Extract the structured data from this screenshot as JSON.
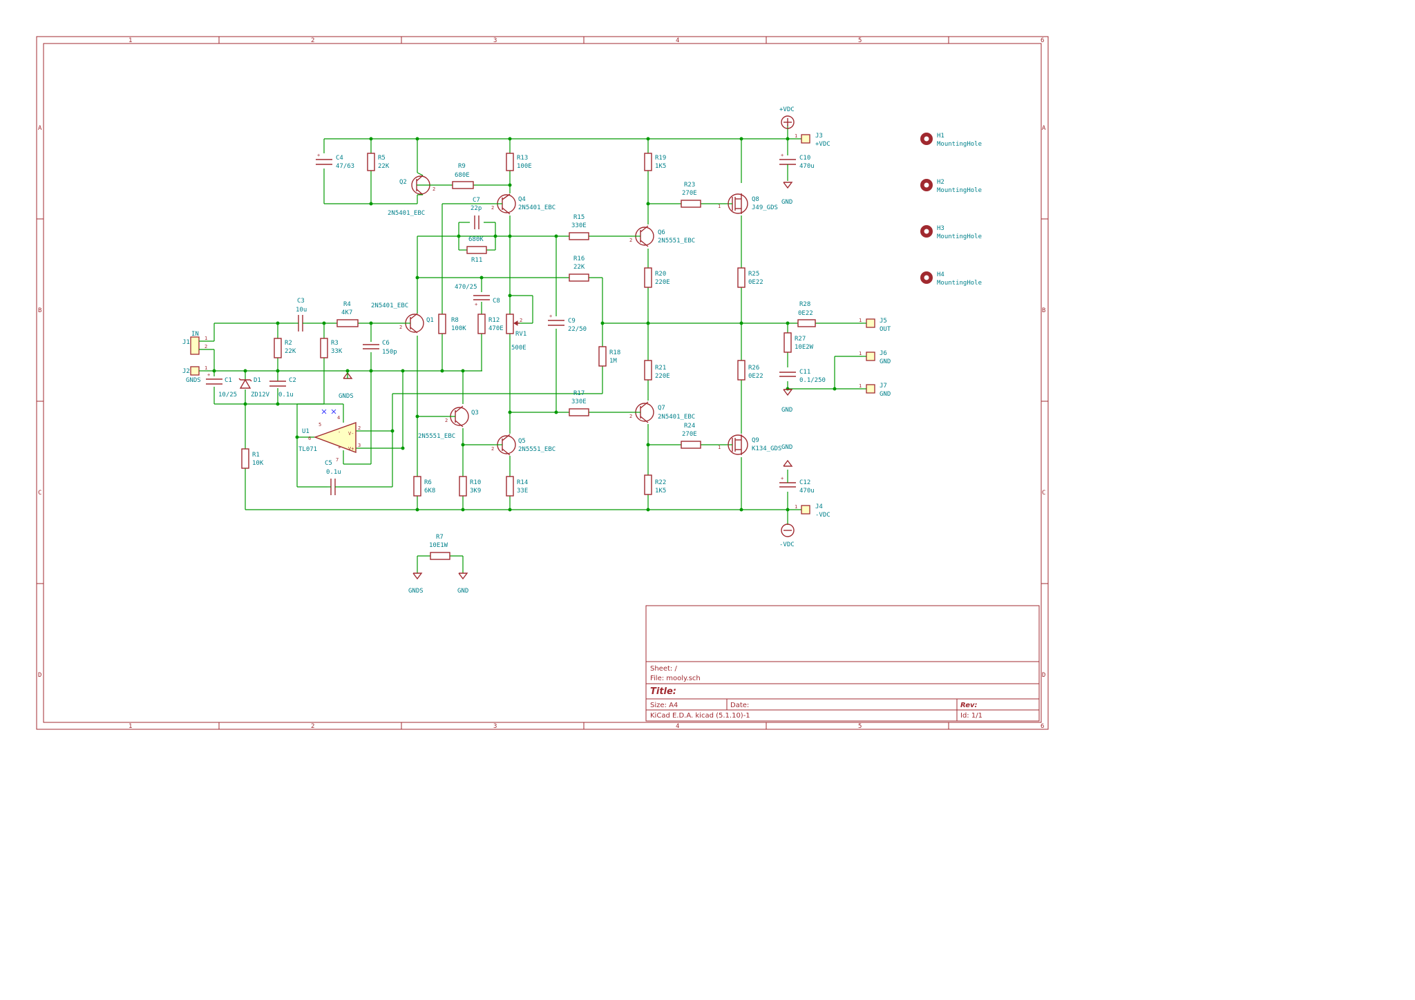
{
  "title_block": {
    "sheet": "Sheet: /",
    "file": "File: mooly.sch",
    "title": "Title:",
    "size": "Size: A4",
    "date": "Date:",
    "rev": "Rev:",
    "tool": "KiCad E.D.A.  kicad (5.1.10)-1",
    "id": "Id: 1/1"
  },
  "grid": {
    "columns": [
      "1",
      "2",
      "3",
      "4",
      "5",
      "6"
    ],
    "rows": [
      "A",
      "B",
      "C",
      "D"
    ]
  },
  "components": {
    "R1": {
      "ref": "R1",
      "val": "10K"
    },
    "R2": {
      "ref": "R2",
      "val": "22K"
    },
    "R3": {
      "ref": "R3",
      "val": "33K"
    },
    "R4": {
      "ref": "R4",
      "val": "4K7"
    },
    "R5": {
      "ref": "R5",
      "val": "22K"
    },
    "R6": {
      "ref": "R6",
      "val": "6K8"
    },
    "R7": {
      "ref": "R7",
      "val": "10E1W"
    },
    "R8": {
      "ref": "R8",
      "val": "100K"
    },
    "R9": {
      "ref": "R9",
      "val": "680E"
    },
    "R10": {
      "ref": "R10",
      "val": "3K9"
    },
    "R11": {
      "ref": "R11",
      "val": "680K"
    },
    "R12": {
      "ref": "R12",
      "val": "470E"
    },
    "R13": {
      "ref": "R13",
      "val": "100E"
    },
    "R14": {
      "ref": "R14",
      "val": "33E"
    },
    "R15": {
      "ref": "R15",
      "val": "330E"
    },
    "R16": {
      "ref": "R16",
      "val": "22K"
    },
    "R17": {
      "ref": "R17",
      "val": "330E"
    },
    "R18": {
      "ref": "R18",
      "val": "1M"
    },
    "R19": {
      "ref": "R19",
      "val": "1K5"
    },
    "R20": {
      "ref": "R20",
      "val": "220E"
    },
    "R21": {
      "ref": "R21",
      "val": "220E"
    },
    "R22": {
      "ref": "R22",
      "val": "1K5"
    },
    "R23": {
      "ref": "R23",
      "val": "270E"
    },
    "R24": {
      "ref": "R24",
      "val": "270E"
    },
    "R25": {
      "ref": "R25",
      "val": "0E22"
    },
    "R26": {
      "ref": "R26",
      "val": "0E22"
    },
    "R27": {
      "ref": "R27",
      "val": "10E2W"
    },
    "R28": {
      "ref": "R28",
      "val": "0E22"
    },
    "RV1": {
      "ref": "RV1",
      "val": "500E"
    },
    "C1": {
      "ref": "C1",
      "val": "10/25"
    },
    "C2": {
      "ref": "C2",
      "val": "0.1u"
    },
    "C3": {
      "ref": "C3",
      "val": "10u"
    },
    "C4": {
      "ref": "C4",
      "val": "47/63"
    },
    "C5": {
      "ref": "C5",
      "val": "0.1u"
    },
    "C6": {
      "ref": "C6",
      "val": "150p"
    },
    "C7": {
      "ref": "C7",
      "val": "22p"
    },
    "C8": {
      "ref": "C8",
      "val": "470/25"
    },
    "C9": {
      "ref": "C9",
      "val": "22/50"
    },
    "C10": {
      "ref": "C10",
      "val": "470u"
    },
    "C11": {
      "ref": "C11",
      "val": "0.1/250"
    },
    "C12": {
      "ref": "C12",
      "val": "470u"
    },
    "D1": {
      "ref": "D1",
      "val": "ZD12V"
    },
    "U1": {
      "ref": "U1",
      "val": "TL071"
    },
    "Q1": {
      "ref": "Q1",
      "val": "2N5401_EBC"
    },
    "Q2": {
      "ref": "Q2",
      "val": "2N5401_EBC"
    },
    "Q3": {
      "ref": "Q3",
      "val": "2N5551_EBC"
    },
    "Q4": {
      "ref": "Q4",
      "val": "2N5401_EBC"
    },
    "Q5": {
      "ref": "Q5",
      "val": "2N5551_EBC"
    },
    "Q6": {
      "ref": "Q6",
      "val": "2N5551_EBC"
    },
    "Q7": {
      "ref": "Q7",
      "val": "2N5401_EBC"
    },
    "Q8": {
      "ref": "Q8",
      "val": "J49_GDS"
    },
    "Q9": {
      "ref": "Q9",
      "val": "K134_GDS"
    },
    "J1": {
      "ref": "J1",
      "val": "IN"
    },
    "J2": {
      "ref": "J2",
      "val": "GNDS"
    },
    "J3": {
      "ref": "J3",
      "val": "+VDC"
    },
    "J4": {
      "ref": "J4",
      "val": "-VDC"
    },
    "J5": {
      "ref": "J5",
      "val": "OUT"
    },
    "J6": {
      "ref": "J6",
      "val": "GND"
    },
    "J7": {
      "ref": "J7",
      "val": "GND"
    },
    "H1": {
      "ref": "H1",
      "val": "MountingHole"
    },
    "H2": {
      "ref": "H2",
      "val": "MountingHole"
    },
    "H3": {
      "ref": "H3",
      "val": "MountingHole"
    },
    "H4": {
      "ref": "H4",
      "val": "MountingHole"
    }
  },
  "power": {
    "vdc_pos": "+VDC",
    "vdc_neg": "-VDC",
    "gnd": "GND",
    "gnds": "GNDS"
  }
}
